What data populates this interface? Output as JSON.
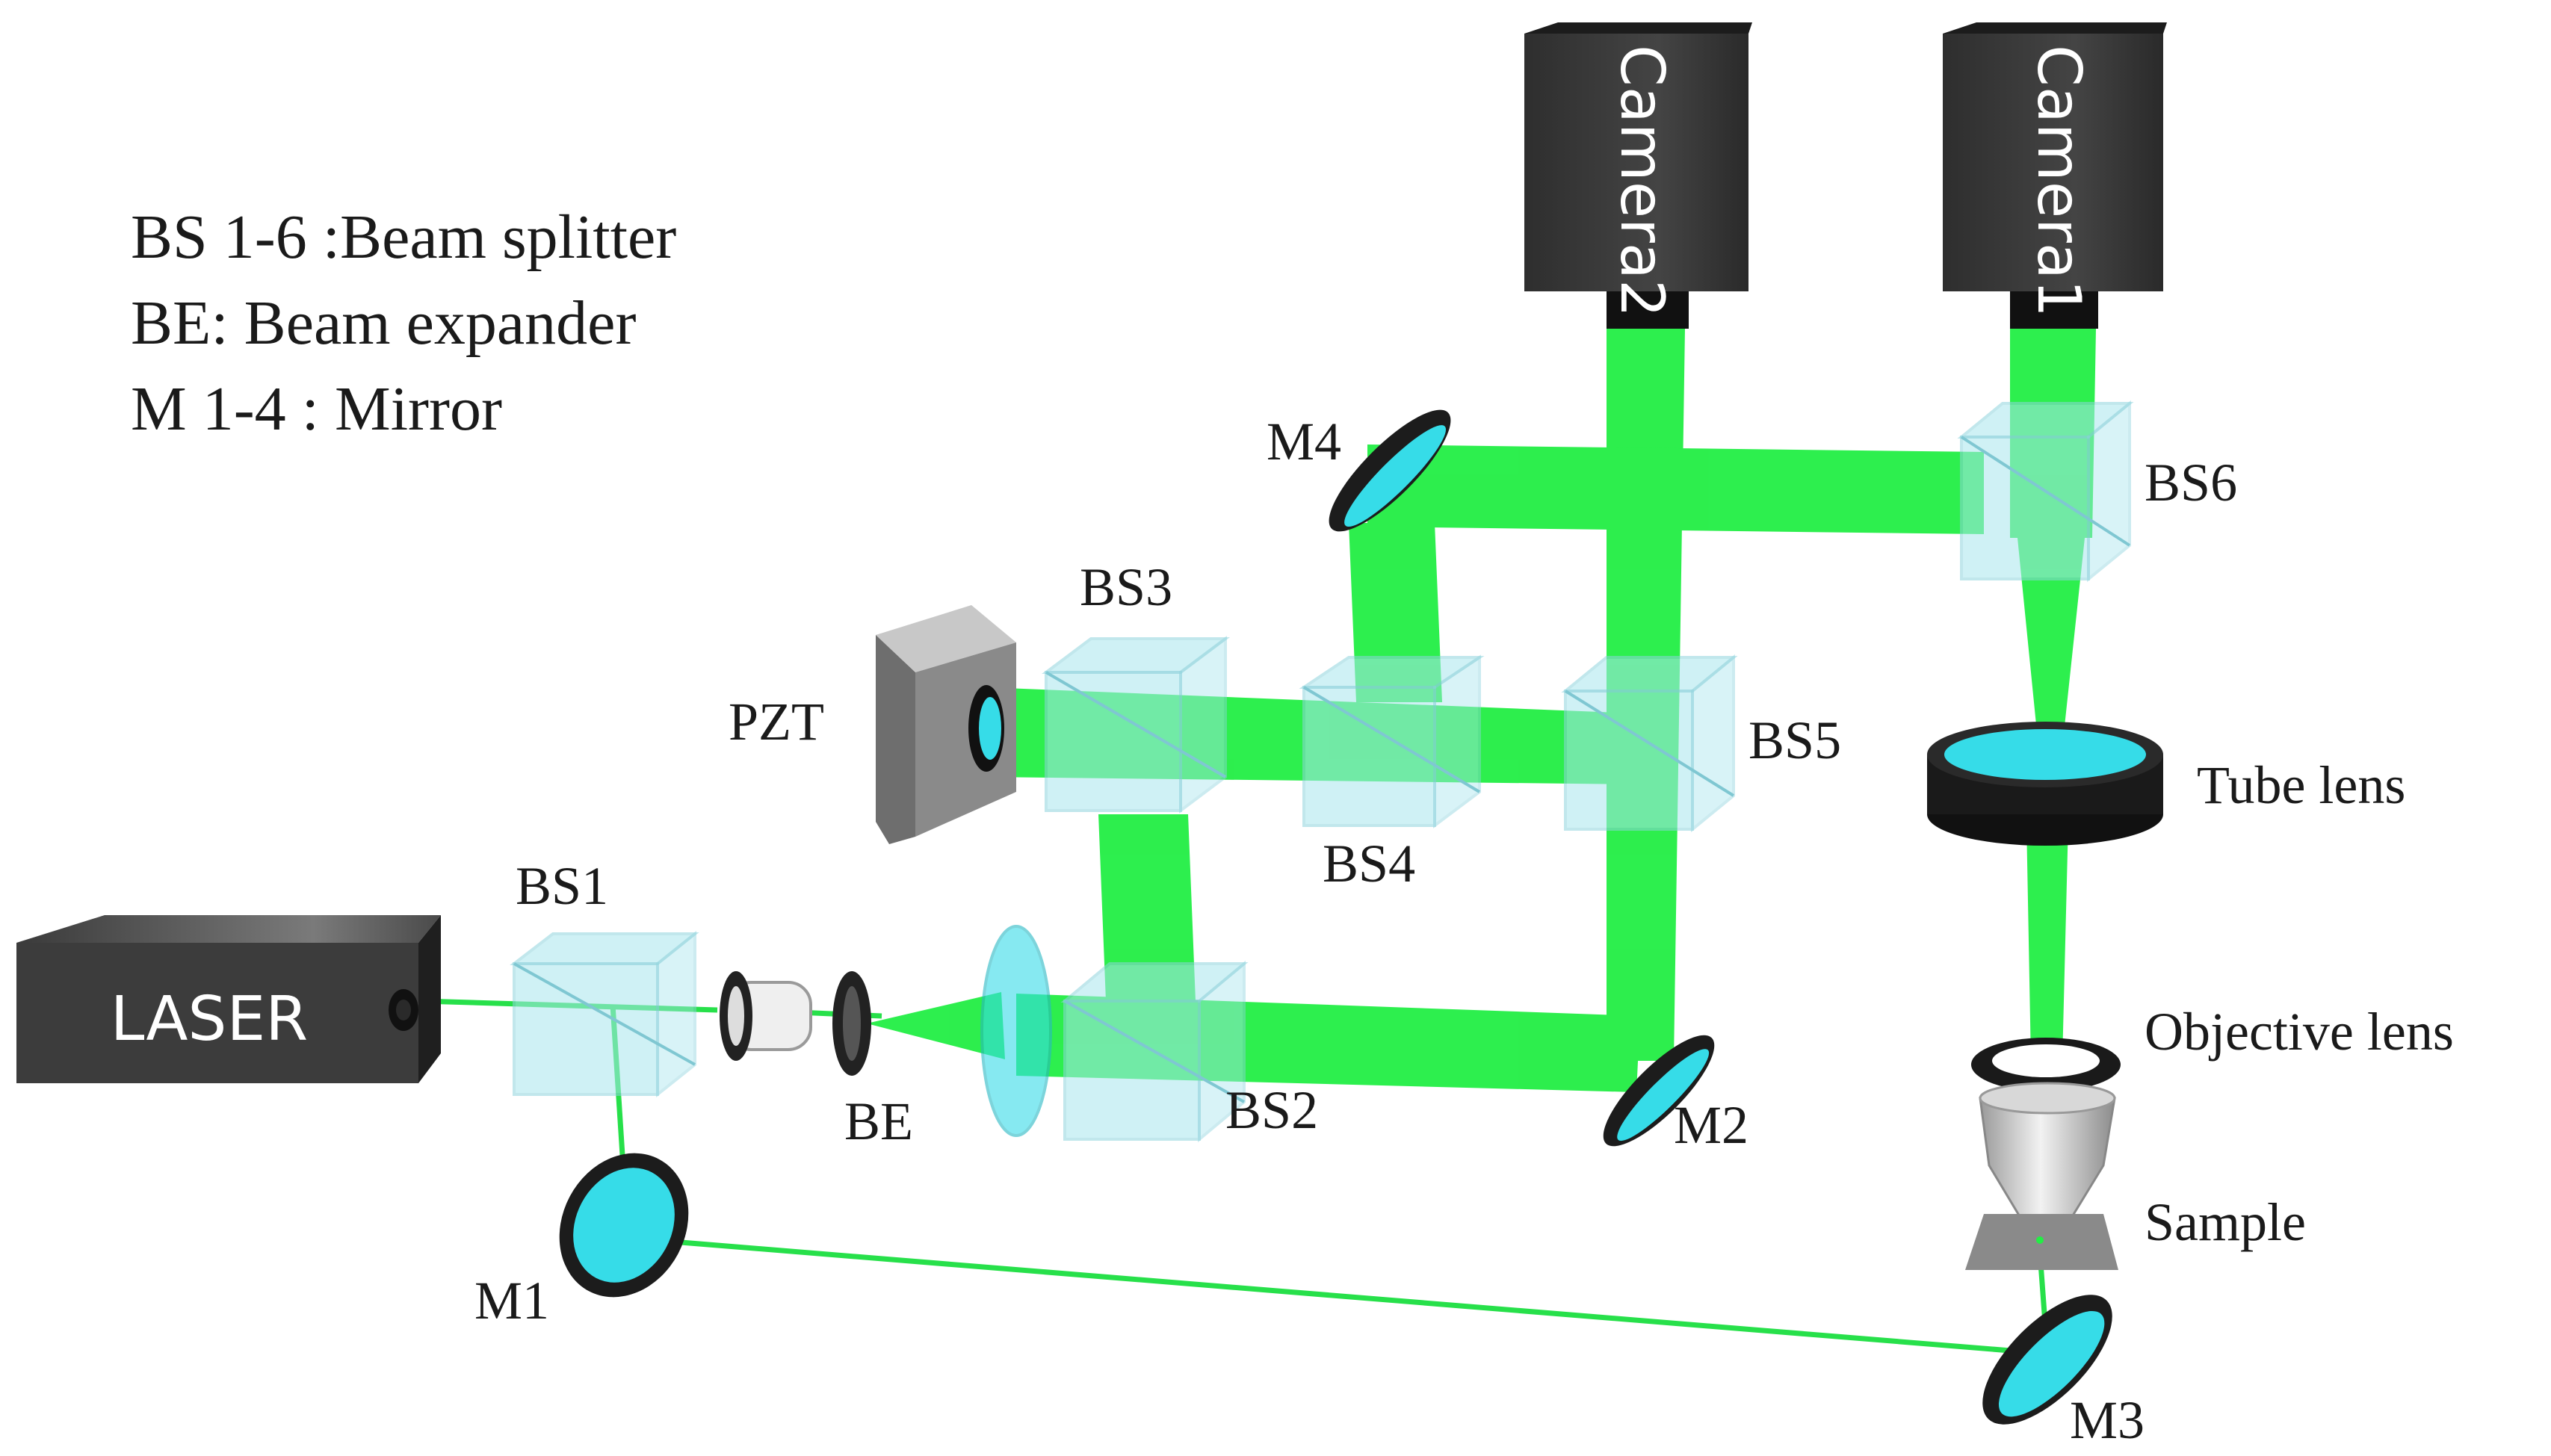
{
  "legend": [
    "BS 1-6 :Beam splitter",
    "BE: Beam expander",
    "M 1-4 : Mirror"
  ],
  "labels": {
    "laser": "LASER",
    "camera1": "Camera1",
    "camera2": "Camera2",
    "bs1": "BS1",
    "bs2": "BS2",
    "bs3": "BS3",
    "bs4": "BS4",
    "bs5": "BS5",
    "bs6": "BS6",
    "pzt": "PZT",
    "be": "BE",
    "m1": "M1",
    "m2": "M2",
    "m3": "M3",
    "m4": "M4",
    "tube_lens": "Tube lens",
    "objective_lens": "Objective lens",
    "sample": "Sample"
  },
  "colors": {
    "beam": "#22ee44",
    "thin_beam": "#27e04a",
    "mirror_face": "#36dce8",
    "cube": "#a9e6ee",
    "device": "#3a3a3a",
    "pzt_block": "#8a8a8a",
    "text": "#1a1a1a"
  }
}
